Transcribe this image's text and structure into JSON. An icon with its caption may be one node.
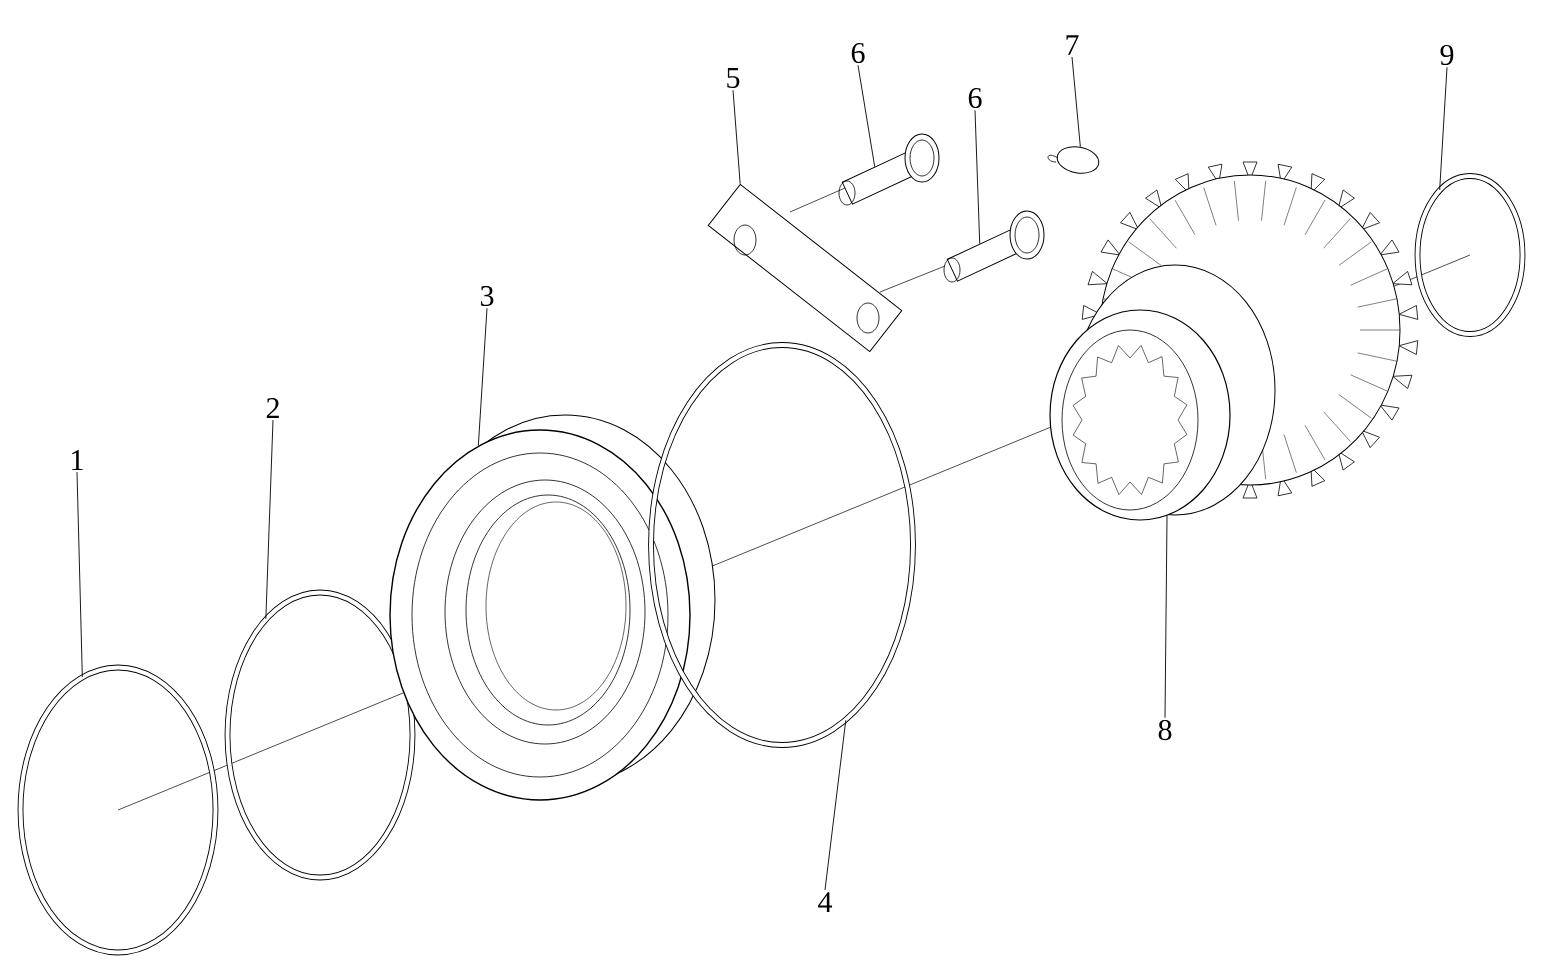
{
  "diagram": {
    "nodes": [
      {
        "text": [
          "1"
        ]
      },
      {
        "text": [
          "2"
        ]
      },
      {
        "text": [
          "3"
        ]
      },
      {
        "text": [
          "4"
        ]
      },
      {
        "text": [
          "5"
        ]
      },
      {
        "text": [
          "6"
        ]
      },
      {
        "text": [
          "6"
        ]
      },
      {
        "text": [
          "7"
        ]
      },
      {
        "text": [
          "8"
        ]
      },
      {
        "text": [
          "9"
        ]
      },
      {
        "text": [],
        "shape": "circle"
      },
      {
        "text": [],
        "shape": "circle"
      },
      {
        "text": [],
        "shape": "picture"
      },
      {
        "text": [],
        "shape": "circle"
      },
      {
        "text": [],
        "shape": "picture"
      },
      {
        "text": [],
        "shape": "picture"
      },
      {
        "text": [],
        "shape": "picture"
      },
      {
        "text": [],
        "shape": "circle"
      },
      {
        "text": [],
        "shape": "picture"
      },
      {
        "text": [],
        "shape": "circle"
      }
    ],
    "edges": [
      {
        "from": 0,
        "to": 10,
        "arrow": "none"
      },
      {
        "from": 1,
        "to": 11,
        "arrow": "none"
      },
      {
        "from": 2,
        "to": 12,
        "arrow": "none"
      },
      {
        "from": 3,
        "to": 13,
        "arrow": "none"
      },
      {
        "from": 4,
        "to": 14,
        "arrow": "none"
      },
      {
        "from": 5,
        "to": 15,
        "arrow": "none"
      },
      {
        "from": 6,
        "to": 16,
        "arrow": "none"
      },
      {
        "from": 7,
        "to": 17,
        "arrow": "none"
      },
      {
        "from": 8,
        "to": 18,
        "arrow": "none"
      },
      {
        "from": 9,
        "to": 19,
        "arrow": "none"
      }
    ]
  }
}
